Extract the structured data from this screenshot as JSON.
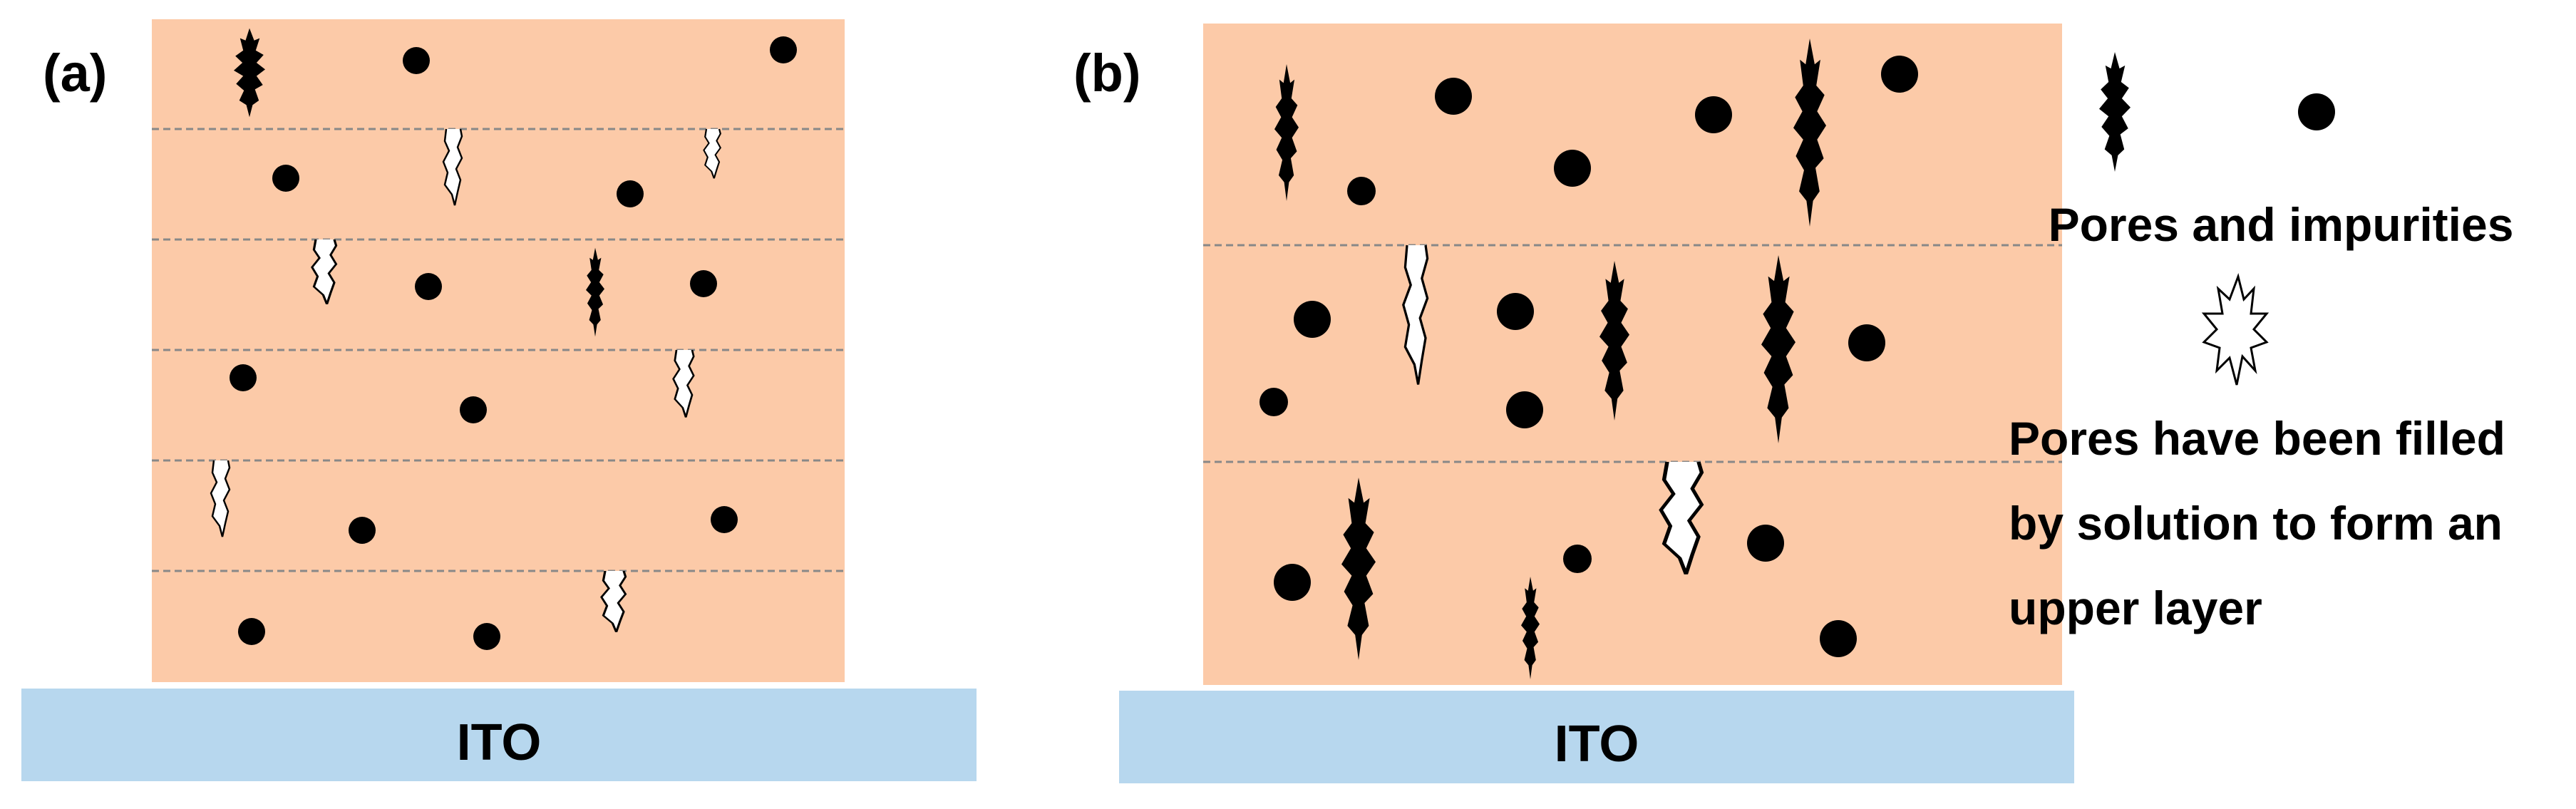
{
  "panel_a": {
    "label": "(a)",
    "layer_count": 6,
    "substrate_label": "ITO"
  },
  "panel_b": {
    "label": "(b)",
    "layer_count": 3,
    "substrate_label": "ITO"
  },
  "legend": {
    "pores_impurities_label": "Pores and impurities",
    "filled_pores_lines": [
      "Pores have been filled",
      "by solution to form an",
      "upper layer"
    ]
  },
  "colors": {
    "film": "#fccaa8",
    "substrate": "#b7d7ee",
    "defect": "#000000",
    "layer_boundary": "#888888"
  }
}
